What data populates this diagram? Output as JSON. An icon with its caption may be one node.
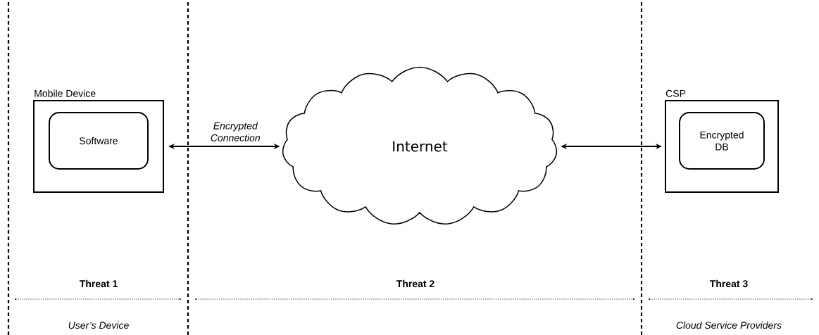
{
  "diagram": {
    "nodes": [
      {
        "text": [
          "Mobile Device"
        ]
      },
      {
        "text": [
          "Software"
        ],
        "in": 0
      },
      {
        "text": [
          "Internet"
        ]
      },
      {
        "text": [
          "CSP"
        ]
      },
      {
        "text": [
          "Encrypted DB"
        ],
        "in": 3
      }
    ],
    "edges": [
      {
        "from": 0,
        "to": 2,
        "arrow": "both",
        "label": "Encrypted Connection"
      },
      {
        "from": 2,
        "to": 3,
        "arrow": "both"
      }
    ],
    "labels": [
      "Threat 1",
      "Threat 2",
      "Threat 3",
      "User’s Device",
      "Cloud Service Providers"
    ]
  }
}
